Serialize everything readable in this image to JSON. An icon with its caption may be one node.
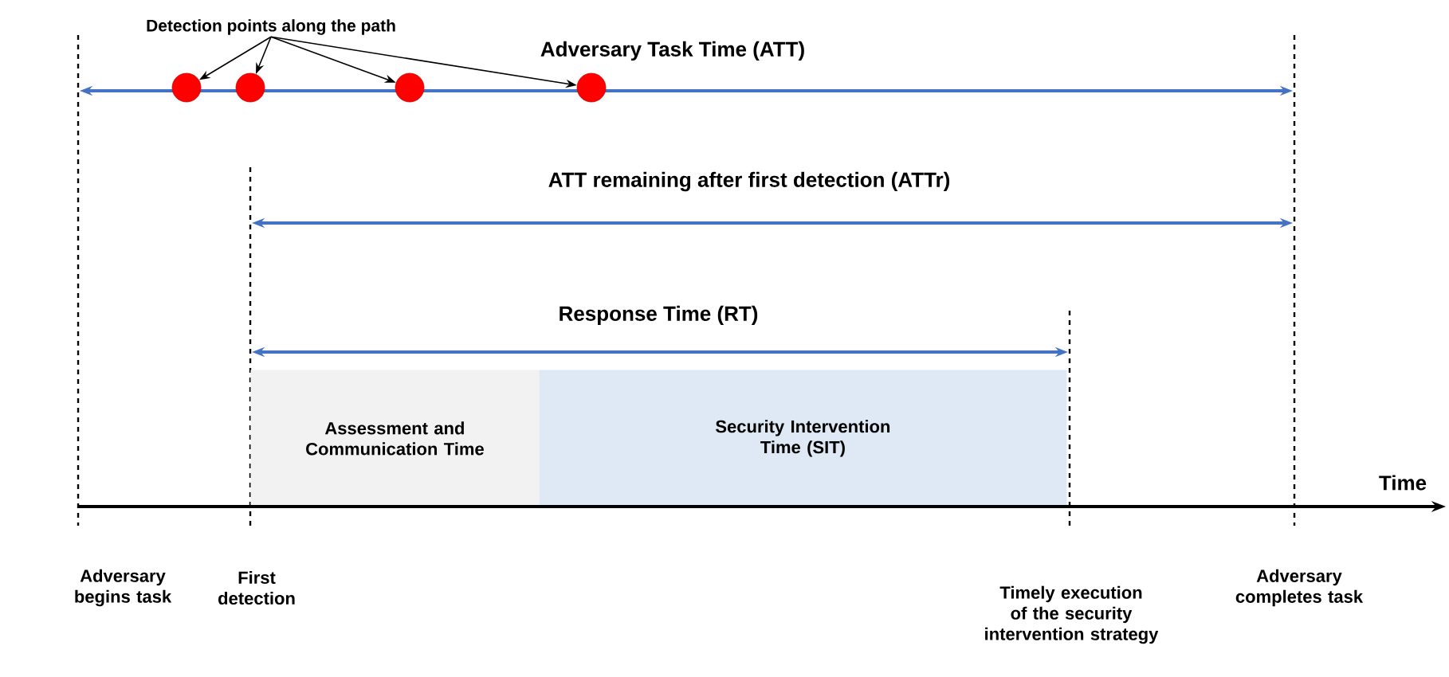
{
  "diagram": {
    "nodes": [
      {
        "text": [
          "Detection points along the path"
        ]
      },
      {
        "text": [],
        "shape": "circle"
      },
      {
        "text": [],
        "shape": "circle"
      },
      {
        "text": [],
        "shape": "circle"
      },
      {
        "text": [],
        "shape": "circle"
      },
      {
        "text": [
          "Assessment and Communication Time"
        ]
      },
      {
        "text": [
          "Security Intervention Time (SIT)"
        ]
      }
    ],
    "edges": [
      {
        "from": 0,
        "to": 1,
        "arrow": "to"
      },
      {
        "from": 0,
        "to": 2,
        "arrow": "to"
      },
      {
        "from": 0,
        "to": 3,
        "arrow": "to"
      },
      {
        "from": 0,
        "to": 4,
        "arrow": "to"
      }
    ],
    "labels": [
      "Adversary Task Time (ATT)",
      "ATT remaining after first detection (ATTr)",
      "Response Time (RT)",
      "Time",
      "Adversary begins task",
      "First detection",
      "Timely execution of the security intervention strategy",
      "Adversary completes task"
    ]
  }
}
